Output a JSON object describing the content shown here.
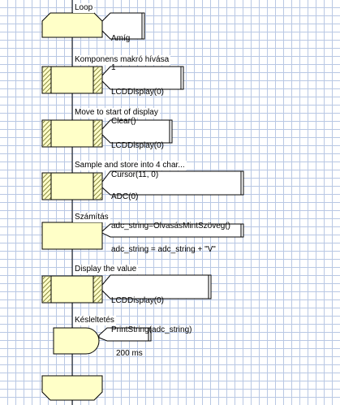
{
  "colors": {
    "block_fill": "#ffffc8",
    "outline": "#000000",
    "grid": "#b9c8e4",
    "hatch": "#6b6b20"
  },
  "blocks": [
    {
      "id": "loop",
      "type": "loop-start",
      "label": "Loop",
      "note": [
        "Amíg",
        "1"
      ]
    },
    {
      "id": "macro-clear",
      "type": "component-macro",
      "label": "Komponens makró hívása",
      "note": [
        "LCDDisplay(0)",
        "Clear()"
      ]
    },
    {
      "id": "macro-cursor",
      "type": "component-macro",
      "label": "Move to start of display",
      "note": [
        "LCDDisplay(0)",
        "Cursor(11, 0)"
      ]
    },
    {
      "id": "macro-adc",
      "type": "component-macro",
      "label": "Sample and store into 4 char...",
      "note": [
        "ADC(0)",
        "adc_string=OlvasásMintSzöveg()"
      ]
    },
    {
      "id": "calculation",
      "type": "calculation",
      "label": "Számítás",
      "note": [
        "adc_string = adc_string + \"V\""
      ]
    },
    {
      "id": "macro-print",
      "type": "component-macro",
      "label": "Display the value",
      "note": [
        "LCDDisplay(0)",
        "PrintString(adc_string)"
      ]
    },
    {
      "id": "delay",
      "type": "delay",
      "label": "Késleltetés",
      "note": [
        "200 ms"
      ]
    },
    {
      "id": "loop-end",
      "type": "loop-end",
      "label": "",
      "note": []
    }
  ]
}
